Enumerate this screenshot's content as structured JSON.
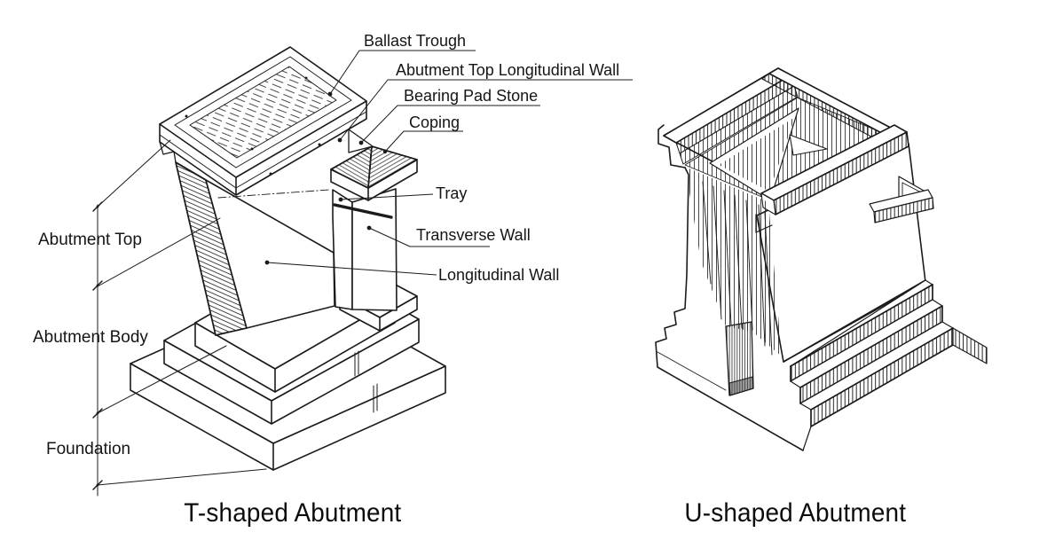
{
  "t_abutment": {
    "caption": "T-shaped Abutment",
    "part_labels": {
      "ballast_trough": "Ballast Trough",
      "abutment_top_longitudinal_wall": "Abutment Top Longitudinal Wall",
      "bearing_pad_stone": "Bearing Pad Stone",
      "coping": "Coping",
      "tray": "Tray",
      "transverse_wall": "Transverse Wall",
      "longitudinal_wall": "Longitudinal Wall"
    },
    "section_labels": {
      "abutment_top": "Abutment Top",
      "abutment_body": "Abutment Body",
      "foundation": "Foundation"
    }
  },
  "u_abutment": {
    "caption": "U-shaped Abutment"
  },
  "colors": {
    "line": "#1b1b1b",
    "text": "#111111",
    "background": "#ffffff"
  }
}
